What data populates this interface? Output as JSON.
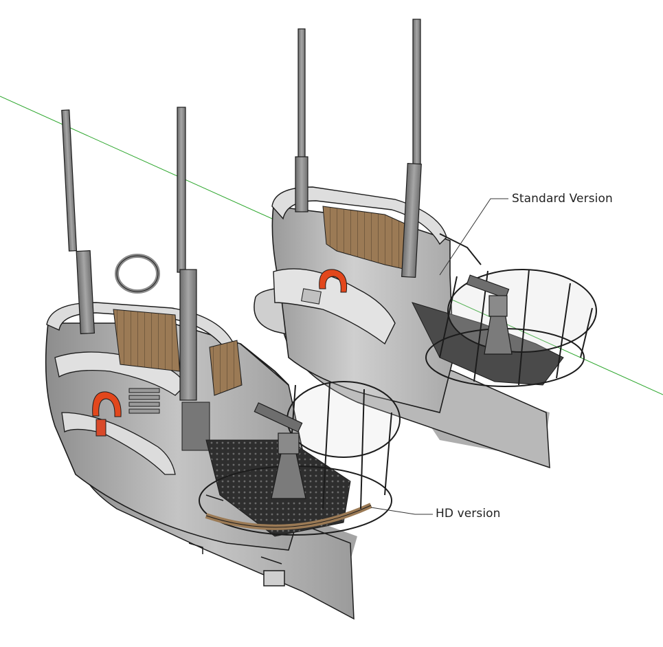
{
  "annotations": {
    "standard_label": "Standard Version",
    "hd_label": "HD version"
  },
  "colors": {
    "background": "#ffffff",
    "axis_line": "#2aa52a",
    "hull_light": "#d6d6d6",
    "hull_mid": "#bdbdbd",
    "hull_dark": "#8e8e8e",
    "shadow": "#5e5e5e",
    "wood": "#9b7a55",
    "lifebuoy": "#e2471c",
    "deck_dark": "#3a3a3a",
    "outline": "#1c1c1c"
  },
  "objects": [
    {
      "name": "HD version conning tower",
      "version": "HD"
    },
    {
      "name": "Standard version conning tower",
      "version": "Standard"
    }
  ]
}
